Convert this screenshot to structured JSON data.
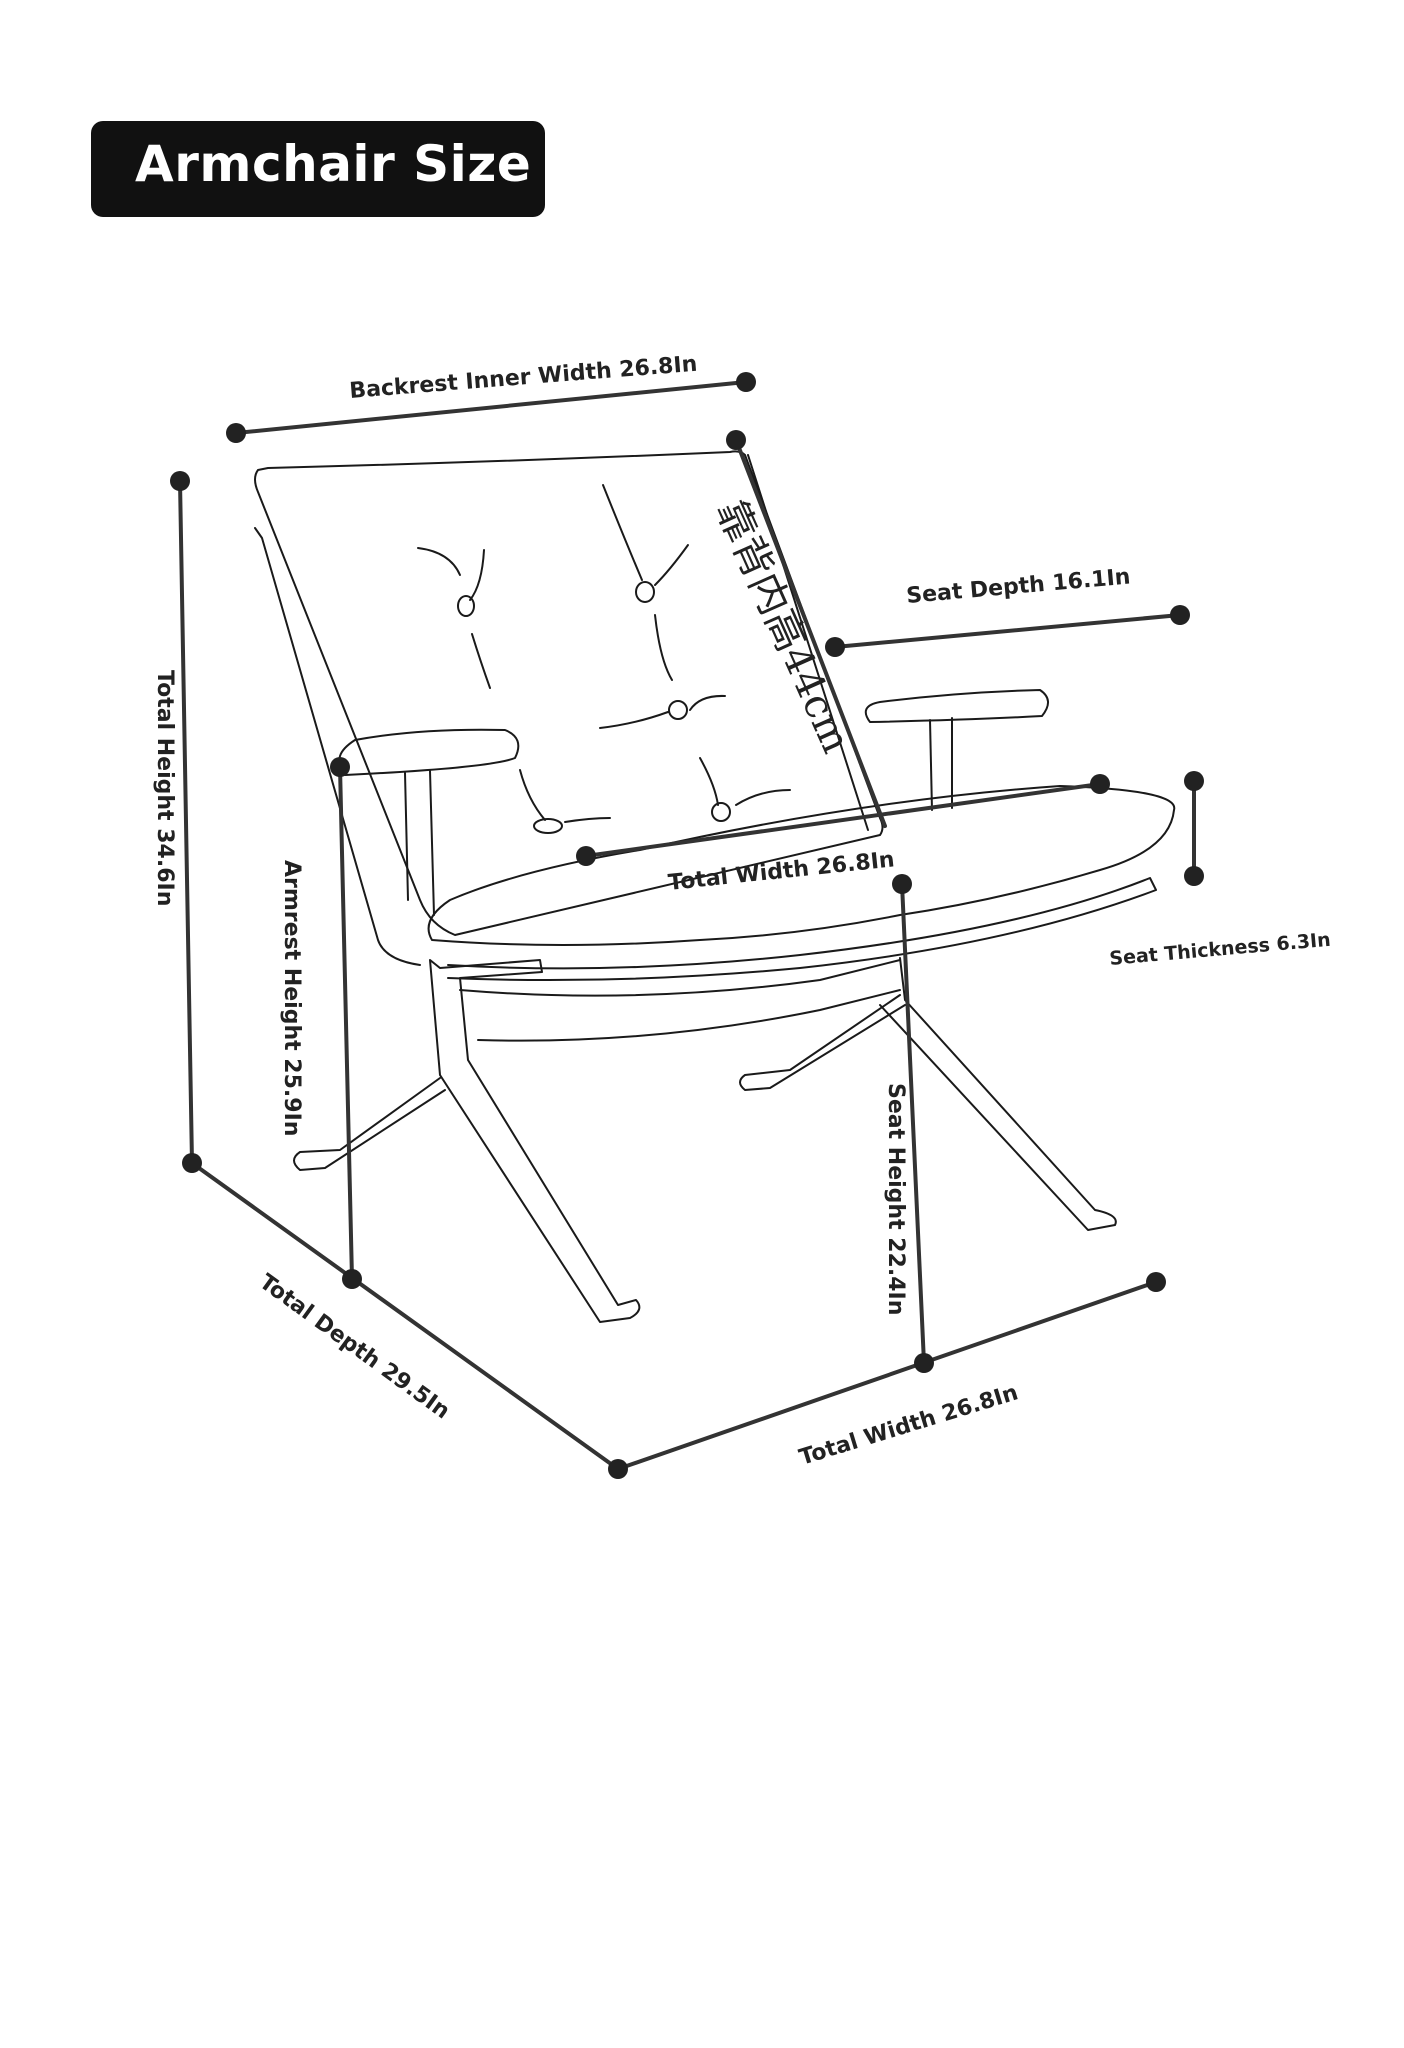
{
  "title": "Armchair Size",
  "labels": {
    "backrest_inner_width": "Backrest Inner Width 26.8In",
    "seat_depth": "Seat Depth 16.1In",
    "total_height": "Total Height 34.6In",
    "armrest_height": "Armrest Height 25.9In",
    "total_width_seat": "Total Width 26.8In",
    "seat_thickness": "Seat Thickness 6.3In",
    "seat_height": "Seat Height 22.4In",
    "total_depth": "Total Depth 29.5In",
    "total_width_base": "Total Width 26.8In",
    "backrest_inner_height_cn": "靠背内高44cm"
  }
}
